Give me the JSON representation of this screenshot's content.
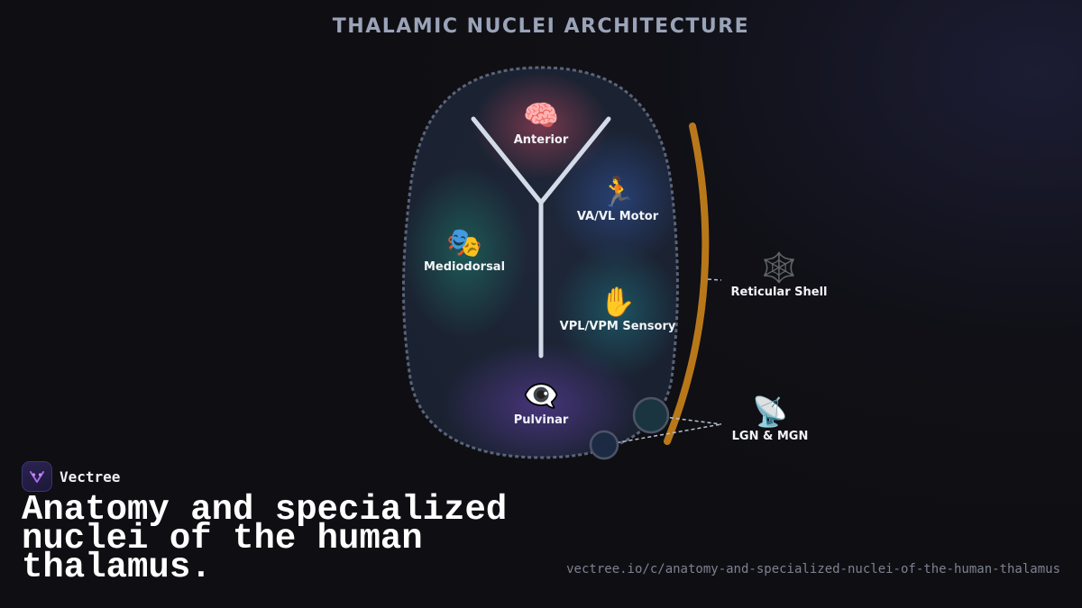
{
  "title": "THALAMIC NUCLEI ARCHITECTURE",
  "nuclei": {
    "anterior": {
      "icon": "🧠",
      "label": "Anterior"
    },
    "motor": {
      "icon": "🏃",
      "label": "VA/VL Motor"
    },
    "mediodorsal": {
      "icon": "🎭",
      "label": "Mediodorsal"
    },
    "sensory": {
      "icon": "✋",
      "label": "VPL/VPM Sensory"
    },
    "pulvinar": {
      "icon": "👁️‍🗨️",
      "label": "Pulvinar"
    }
  },
  "external": {
    "reticular": {
      "icon": "🕸️",
      "label": "Reticular Shell"
    },
    "geniculate": {
      "icon": "📡",
      "label": "LGN & MGN"
    }
  },
  "brand": {
    "name": "Vectree"
  },
  "headline": "Anatomy and specialized nuclei of the human thalamus.",
  "url": "vectree.io/c/anatomy-and-specialized-nuclei-of-the-human-thalamus",
  "colors": {
    "anterior_glow": "#e0506a",
    "motor_glow": "#3a6ad0",
    "mediodorsal_glow": "#1fa888",
    "sensory_glow": "#1f9aa8",
    "pulvinar_glow": "#7a4ad0",
    "reticular_shell": "#b8781a",
    "lamina": "#d4dbe8",
    "outline": "#5a6478"
  }
}
